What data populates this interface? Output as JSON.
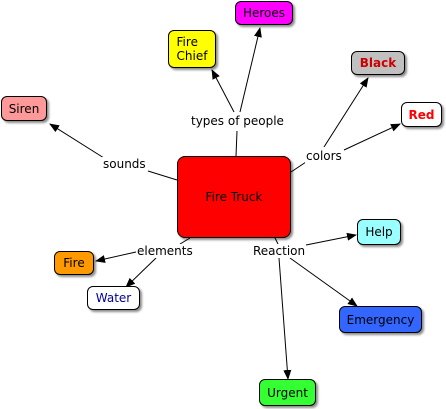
{
  "center": {
    "text": "Fire Truck",
    "fill": "#ff0000",
    "text_color": "#000000"
  },
  "links": {
    "types_of_people": "types of people",
    "sounds": "sounds",
    "colors": "colors",
    "elements": "elements",
    "reaction": "Reaction"
  },
  "nodes": {
    "heroes": {
      "text": "Heroes",
      "fill": "#ff00ff",
      "text_color": "#000000"
    },
    "fire_chief": {
      "text": "Fire\nChief",
      "fill": "#ffff00",
      "text_color": "#000000"
    },
    "siren": {
      "text": "Siren",
      "fill": "#ff9999",
      "text_color": "#000000"
    },
    "black": {
      "text": "Black",
      "fill": "#c0c0c0",
      "text_color": "#cc0000"
    },
    "red": {
      "text": "Red",
      "fill": "#ffffff",
      "text_color": "#ff0000"
    },
    "help": {
      "text": "Help",
      "fill": "#99ffff",
      "text_color": "#000000"
    },
    "fire": {
      "text": "Fire",
      "fill": "#ff9900",
      "text_color": "#000000"
    },
    "water": {
      "text": "Water",
      "fill": "#ffffff",
      "text_color": "#000099"
    },
    "emergency": {
      "text": "Emergency",
      "fill": "#3366ff",
      "text_color": "#000000"
    },
    "urgent": {
      "text": "Urgent",
      "fill": "#33ff33",
      "text_color": "#000000"
    }
  }
}
